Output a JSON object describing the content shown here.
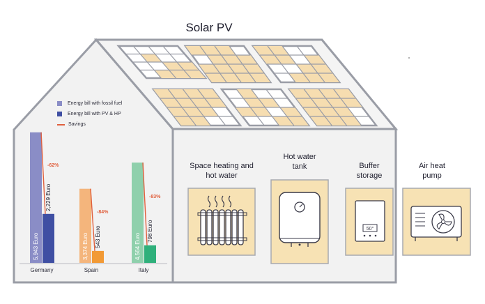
{
  "title": "Solar PV",
  "legend": [
    {
      "label": "Energy bill with fossil fuel",
      "color": "#8a8dc6"
    },
    {
      "label": "Energy bill with PV & HP",
      "color": "#3f4fa3"
    },
    {
      "label": "Savings",
      "color": "#e0603e"
    }
  ],
  "components": [
    {
      "name": "Space heating and hot water",
      "icon": "radiator-icon"
    },
    {
      "name": "Hot water tank",
      "icon": "water-tank-icon"
    },
    {
      "name": "Buffer storage",
      "icon": "buffer-storage-icon"
    },
    {
      "name": "Air heat pump",
      "icon": "heat-pump-icon"
    }
  ],
  "buffer_display": "50°",
  "colors": {
    "outline": "#9a9da6",
    "panel_cell": "#f6ddb0",
    "panel_bg": "#ffffff",
    "component_bg": "#f7e2b4",
    "house_fill": "#f2f2f2"
  },
  "chart_data": {
    "type": "bar",
    "categories": [
      "Germany",
      "Spain",
      "Italy"
    ],
    "series": [
      {
        "name": "Energy bill with fossil fuel",
        "values": [
          5943,
          3374,
          4564
        ],
        "labels": [
          "5,943 Euro",
          "3,374 Euro",
          "4,564 Euro"
        ],
        "colors": [
          "#8a8dc6",
          "#f4b57c",
          "#8fd0ac"
        ]
      },
      {
        "name": "Energy bill with PV & HP",
        "values": [
          2229,
          543,
          798
        ],
        "labels": [
          "2,229 Euro",
          "543 Euro",
          "798 Euro"
        ],
        "colors": [
          "#3f4fa3",
          "#f29a35",
          "#2fb07b"
        ]
      }
    ],
    "savings": [
      "-62%",
      "-84%",
      "-83%"
    ]
  }
}
